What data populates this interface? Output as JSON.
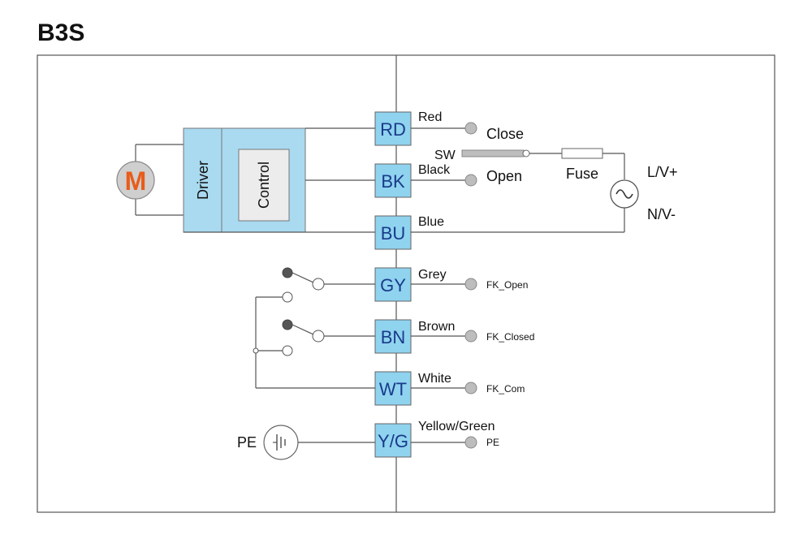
{
  "title": "B3S",
  "colors": {
    "terminal_fill": "#8fd3ef",
    "terminal_text": "#1a3a8a",
    "driver_fill": "#a9daf0",
    "control_fill": "#ececec",
    "motor_fill": "#cfcfcf",
    "motor_letter": "#e85c1a",
    "contact_fill": "#bdbdbd"
  },
  "motor": {
    "letter": "M"
  },
  "driver": {
    "label": "Driver"
  },
  "control": {
    "label": "Control"
  },
  "terminals": [
    {
      "code": "RD",
      "wire_label": "Red"
    },
    {
      "code": "BK",
      "wire_label": "Black"
    },
    {
      "code": "BU",
      "wire_label": "Blue"
    },
    {
      "code": "GY",
      "wire_label": "Grey"
    },
    {
      "code": "BN",
      "wire_label": "Brown"
    },
    {
      "code": "WT",
      "wire_label": "White"
    },
    {
      "code": "Y/G",
      "wire_label": "Yellow/Green"
    }
  ],
  "signals": {
    "close": "Close",
    "open": "Open",
    "sw": "SW",
    "fuse": "Fuse",
    "lv_plus": "L/V+",
    "nv_minus": "N/V-",
    "fk_open": "FK_Open",
    "fk_closed": "FK_Closed",
    "fk_com": "FK_Com",
    "pe_right": "PE",
    "pe_left": "PE"
  }
}
